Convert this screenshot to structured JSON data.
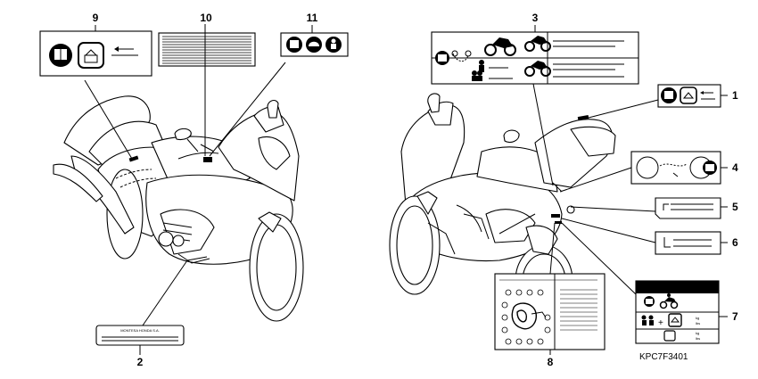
{
  "diagram": {
    "callouts": [
      {
        "id": "1",
        "label": "1"
      },
      {
        "id": "2",
        "label": "2"
      },
      {
        "id": "3",
        "label": "3"
      },
      {
        "id": "4",
        "label": "4"
      },
      {
        "id": "5",
        "label": "5"
      },
      {
        "id": "6",
        "label": "6"
      },
      {
        "id": "7",
        "label": "7"
      },
      {
        "id": "8",
        "label": "8"
      },
      {
        "id": "9",
        "label": "9"
      },
      {
        "id": "10",
        "label": "10"
      },
      {
        "id": "11",
        "label": "11"
      }
    ],
    "plate_text": "MONTESA HONDA S.A.",
    "load_label": {
      "unit_kg": "kg",
      "unit_lb": "lbs"
    },
    "drawing_code": "KPC7F3401"
  },
  "icons": {
    "manual": "manual-book-icon",
    "helmet": "helmet-icon",
    "motorcycle": "motorcycle-icon",
    "rider": "rider-icon",
    "luggage": "luggage-icon"
  }
}
